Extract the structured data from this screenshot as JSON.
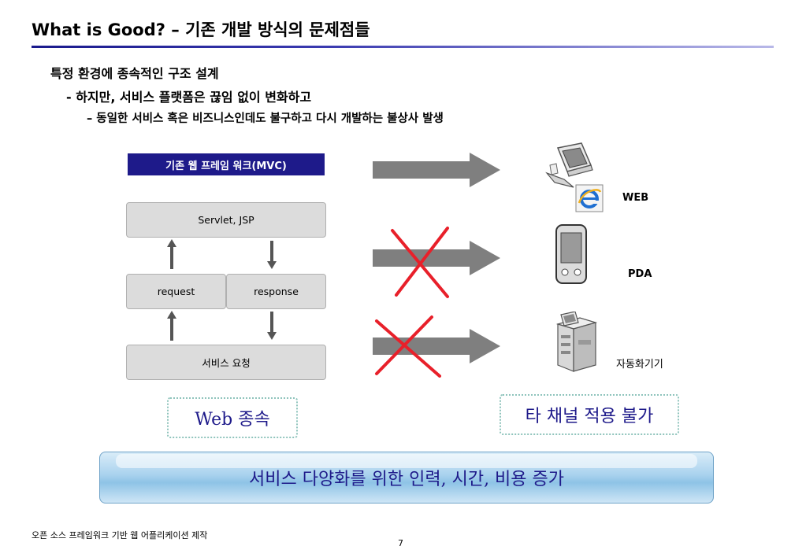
{
  "slide": {
    "title": "What is Good? – 기존 개발 방식의 문제점들",
    "bullet_1": "특정 환경에 종속적인 구조 설계",
    "bullet_2": "- 하지만, 서비스 플랫폼은 끊임 없이 변화하고",
    "bullet_3": "– 동일한 서비스 혹은 비즈니스인데도 불구하고 다시 개발하는 불상사 발생"
  },
  "diagram": {
    "header": "기존 웹 프레임 워크(MVC)",
    "servlet": "Servlet, JSP",
    "request": "request",
    "response": "response",
    "service_request": "서비스 요청",
    "web_dependency": "Web 종속",
    "not_applicable": "타 채널 적용 불가",
    "banner": "서비스 다양화를 위한 인력, 시간, 비용 증가"
  },
  "devices": {
    "web": "WEB",
    "pda": "PDA",
    "atm": "자동화기기"
  },
  "footer": {
    "text": "오픈 소스 프레임워크 기반 웹 어플리케이션 제작",
    "page": "7"
  },
  "icons": {
    "arrow": "right-arrow-icon",
    "cross": "red-x-icon",
    "computer": "desktop-computer-icon",
    "browser": "internet-explorer-icon",
    "pda": "pda-icon",
    "atm": "kiosk-icon"
  },
  "colors": {
    "header_bg": "#1e1a8a",
    "cross": "#e8202a",
    "arrow": "#808080",
    "accent_text": "#1e1a8a"
  }
}
